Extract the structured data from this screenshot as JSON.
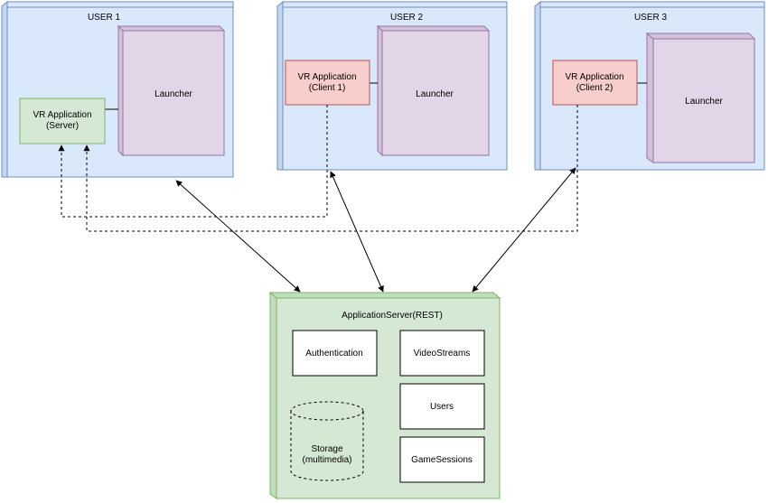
{
  "users": [
    {
      "title": "USER 1",
      "app_line1": "VR Application",
      "app_line2": "(Server)",
      "launcher": "Launcher"
    },
    {
      "title": "USER 2",
      "app_line1": "VR Application",
      "app_line2": "(Client 1)",
      "launcher": "Launcher"
    },
    {
      "title": "USER 3",
      "app_line1": "VR Application",
      "app_line2": "(Client 2)",
      "launcher": "Launcher"
    }
  ],
  "server": {
    "title": "ApplicationServer(REST)",
    "authentication": "Authentication",
    "videostreams": "VideoStreams",
    "users": "Users",
    "gamesessions": "GameSessions",
    "storage_line1": "Storage",
    "storage_line2": "(multimedia)"
  },
  "colors": {
    "node_fill": "#dae8fc",
    "node_stroke": "#6c8ebf",
    "launcher_fill": "#e1d5e7",
    "launcher_stroke": "#9673a6",
    "server_app_fill": "#d5e8d4",
    "server_app_stroke": "#82b366",
    "client_app_fill": "#f8cecc",
    "client_app_stroke": "#b85450",
    "server_fill": "#d5e8d4",
    "server_stroke": "#82b366"
  }
}
